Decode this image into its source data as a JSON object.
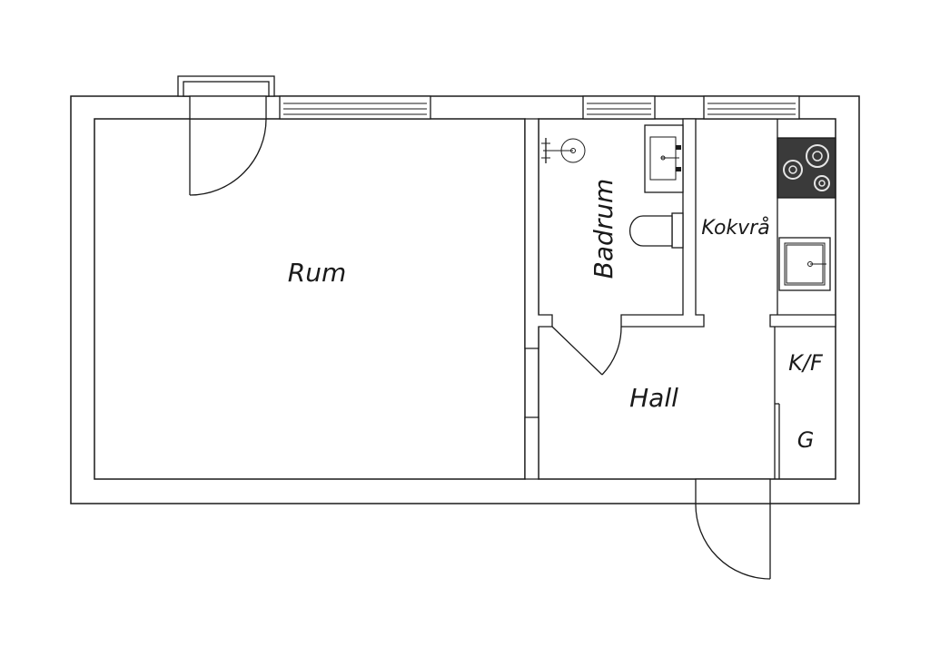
{
  "rooms": {
    "rum": "Rum",
    "badrum": "Badrum",
    "kokvra": "Kokvrå",
    "hall": "Hall",
    "kf": "K/F",
    "g": "G"
  },
  "colors": {
    "line": "#1a1a1a",
    "background": "#ffffff",
    "stove": "#3a3a3a"
  }
}
